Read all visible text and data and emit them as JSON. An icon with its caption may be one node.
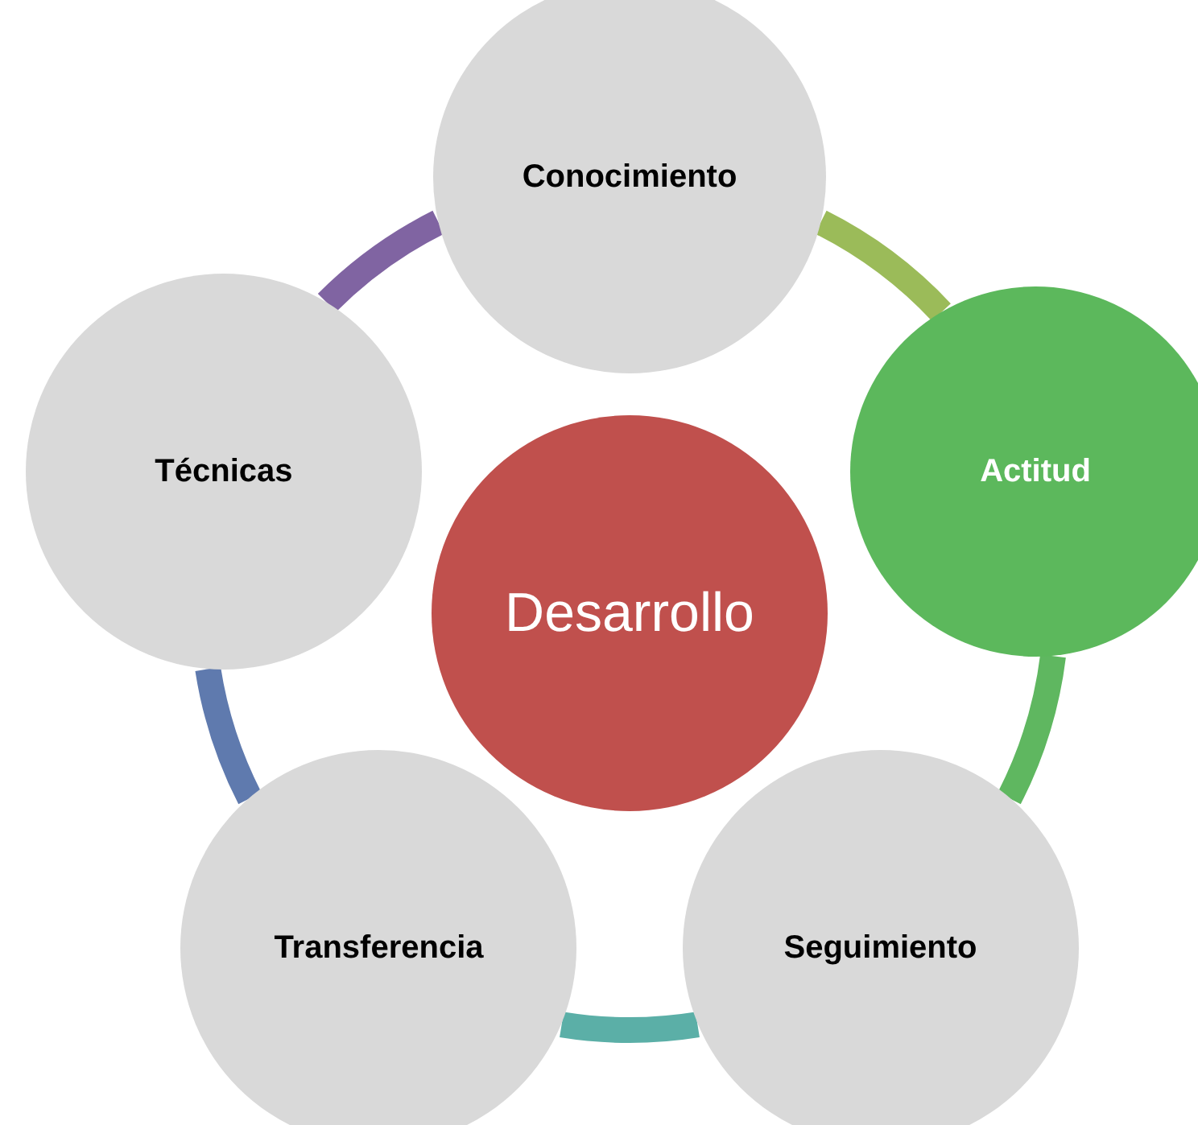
{
  "diagram": {
    "nodes": [
      {
        "text": [
          "Desarrollo"
        ]
      },
      {
        "text": [
          "Conocimiento"
        ]
      },
      {
        "text": [
          "Actitud"
        ]
      },
      {
        "text": [
          "Seguimiento"
        ]
      },
      {
        "text": [
          "Transferencia"
        ]
      },
      {
        "text": [
          "Técnicas"
        ]
      }
    ],
    "edges": [
      {
        "from": 1,
        "to": 2,
        "arrow": "none",
        "color": "#9bbb59"
      },
      {
        "from": 2,
        "to": 3,
        "arrow": "none",
        "color": "#5fb760"
      },
      {
        "from": 3,
        "to": 4,
        "arrow": "none",
        "color": "#5bafa7"
      },
      {
        "from": 4,
        "to": 5,
        "arrow": "none",
        "color": "#5f7aae"
      },
      {
        "from": 5,
        "to": 1,
        "arrow": "none",
        "color": "#8064a2"
      }
    ]
  }
}
